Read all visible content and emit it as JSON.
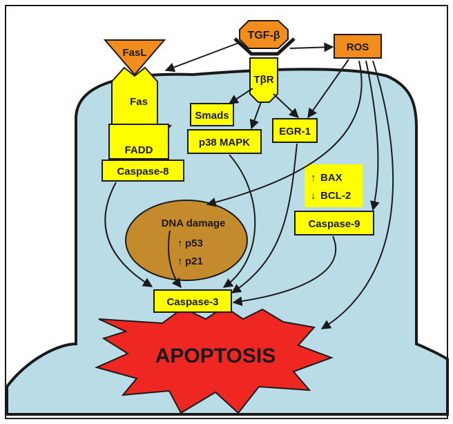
{
  "diagram": {
    "nodes": {
      "tgfb": "TGF-β",
      "ros": "ROS",
      "fasl": "FasL",
      "fas": "Fas",
      "tbr": "TβR",
      "fadd": "FADD",
      "casp8": "Caspase-8",
      "smads": "Smads",
      "p38": "p38 MAPK",
      "egr1": "EGR-1",
      "bax": "BAX",
      "bcl2": "BCL-2",
      "casp9": "Caspase-9",
      "dna": "DNA damage",
      "p53": "p53",
      "p21": "p21",
      "casp3": "Caspase-3",
      "apoptosis": "APOPTOSIS"
    },
    "colors": {
      "cell": "#b9dce6",
      "yellow": "#ffff00",
      "orange": "#f28c1c",
      "dna": "#c48a2c",
      "burst": "#ee2722",
      "outline": "#1a1a1a"
    },
    "regulation": {
      "bax": "up",
      "bcl2": "down",
      "p53": "up",
      "p21": "up"
    }
  }
}
